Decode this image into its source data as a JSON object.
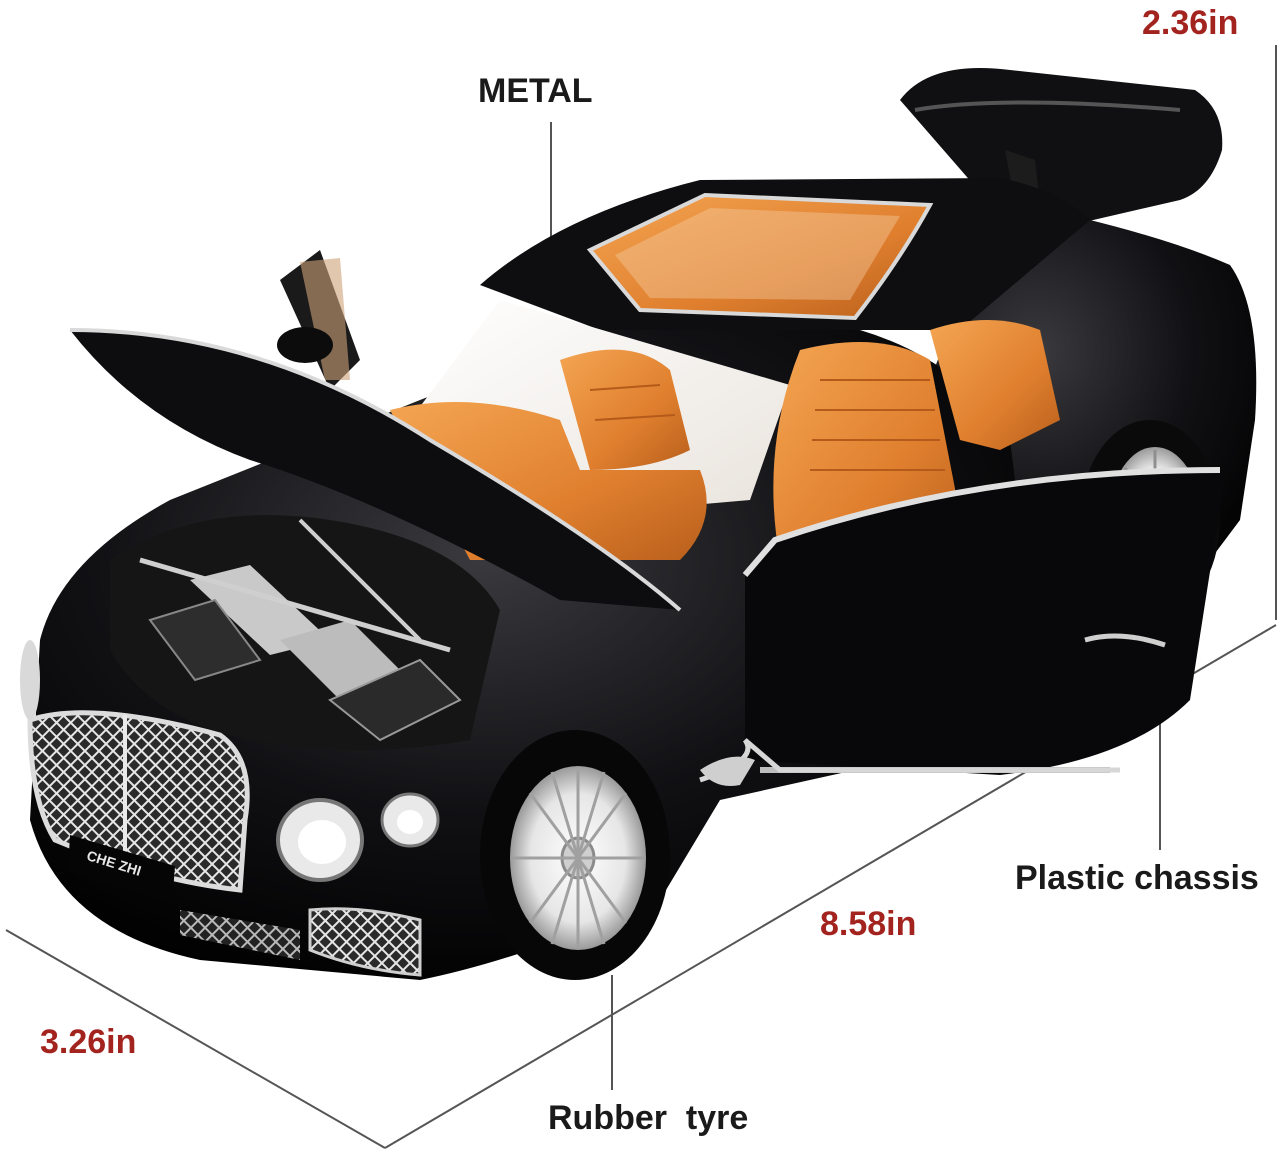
{
  "labels": {
    "metal": "METAL",
    "plastic_chassis": "Plastic chassis",
    "rubber_tyre": "Rubber  tyre"
  },
  "dimensions": {
    "height": "2.36in",
    "length": "8.58in",
    "width": "3.26in"
  },
  "product": {
    "grille_badge": "CHE ZHI"
  },
  "colors": {
    "body": "#0b0b0d",
    "interior": "#e08a3a",
    "chrome": "#d8d8d8",
    "dimension_text": "#a3241f",
    "label_text": "#1a1a1a",
    "guide_line": "#555555"
  }
}
